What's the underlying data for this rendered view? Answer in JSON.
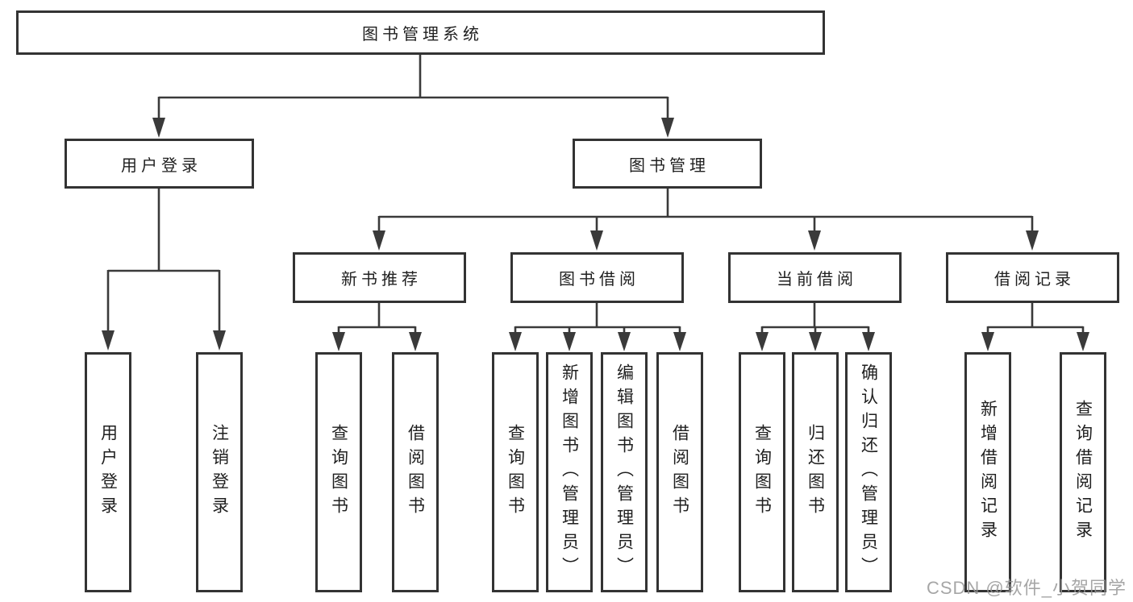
{
  "tree": {
    "label": "图书管理系统",
    "children": [
      {
        "label": "用户登录",
        "children": [
          {
            "label": "用户登录"
          },
          {
            "label": "注销登录"
          }
        ]
      },
      {
        "label": "图书管理",
        "children": [
          {
            "label": "新书推荐",
            "children": [
              {
                "label": "查询图书"
              },
              {
                "label": "借阅图书"
              }
            ]
          },
          {
            "label": "图书借阅",
            "children": [
              {
                "label": "查询图书"
              },
              {
                "label": "新增图书（管理员）"
              },
              {
                "label": "编辑图书（管理员）"
              },
              {
                "label": "借阅图书"
              }
            ]
          },
          {
            "label": "当前借阅",
            "children": [
              {
                "label": "查询图书"
              },
              {
                "label": "归还图书"
              },
              {
                "label": "确认归还（管理员）"
              }
            ]
          },
          {
            "label": "借阅记录",
            "children": [
              {
                "label": "新增借阅记录"
              },
              {
                "label": "查询借阅记录"
              }
            ]
          }
        ]
      }
    ]
  },
  "watermark": {
    "text": "CSDN @软件_小贺同学"
  },
  "colors": {
    "line": "#3a3a3a",
    "box_border": "#333333",
    "text": "#1f1f1f",
    "watermark": "#969696",
    "background": "#ffffff"
  }
}
